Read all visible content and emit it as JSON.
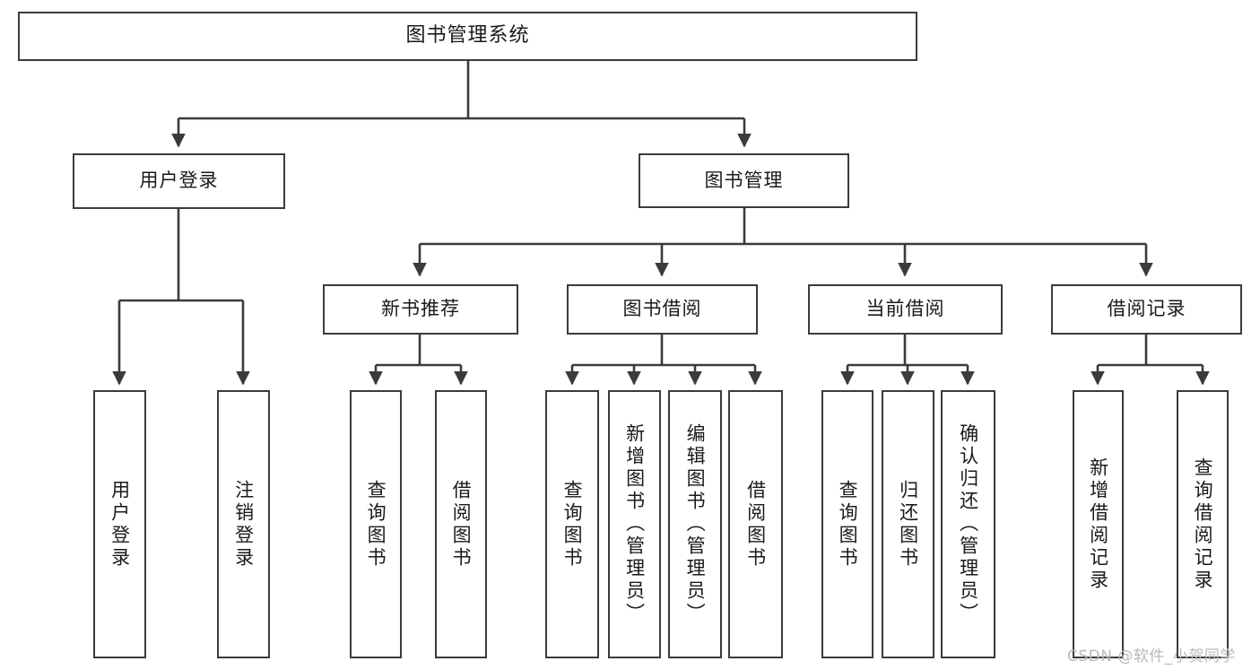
{
  "diagram": {
    "type": "tree",
    "title": "图书管理系统",
    "watermark": "CSDN @软件_小贺同学",
    "colors": {
      "stroke": "#3b3b3b",
      "fill": "#ffffff",
      "text": "#1a1a1a",
      "watermark": "#b9b9b9"
    },
    "root": {
      "label": "图书管理系统"
    },
    "level2": [
      {
        "label": "用户登录"
      },
      {
        "label": "图书管理"
      }
    ],
    "level3": [
      {
        "label": "新书推荐"
      },
      {
        "label": "图书借阅"
      },
      {
        "label": "当前借阅"
      },
      {
        "label": "借阅记录"
      }
    ],
    "leaves": {
      "user_login": [
        {
          "label": "用户登录"
        },
        {
          "label": "注销登录"
        }
      ],
      "new_book": [
        {
          "label": "查询图书"
        },
        {
          "label": "借阅图书"
        }
      ],
      "book_borrow": [
        {
          "label": "查询图书"
        },
        {
          "label": "新增图书（管理员）"
        },
        {
          "label": "编辑图书（管理员）"
        },
        {
          "label": "借阅图书"
        }
      ],
      "current_borrow": [
        {
          "label": "查询图书"
        },
        {
          "label": "归还图书"
        },
        {
          "label": "确认归还（管理员）"
        }
      ],
      "borrow_record": [
        {
          "label": "新增借阅记录"
        },
        {
          "label": "查询借阅记录"
        }
      ]
    }
  }
}
